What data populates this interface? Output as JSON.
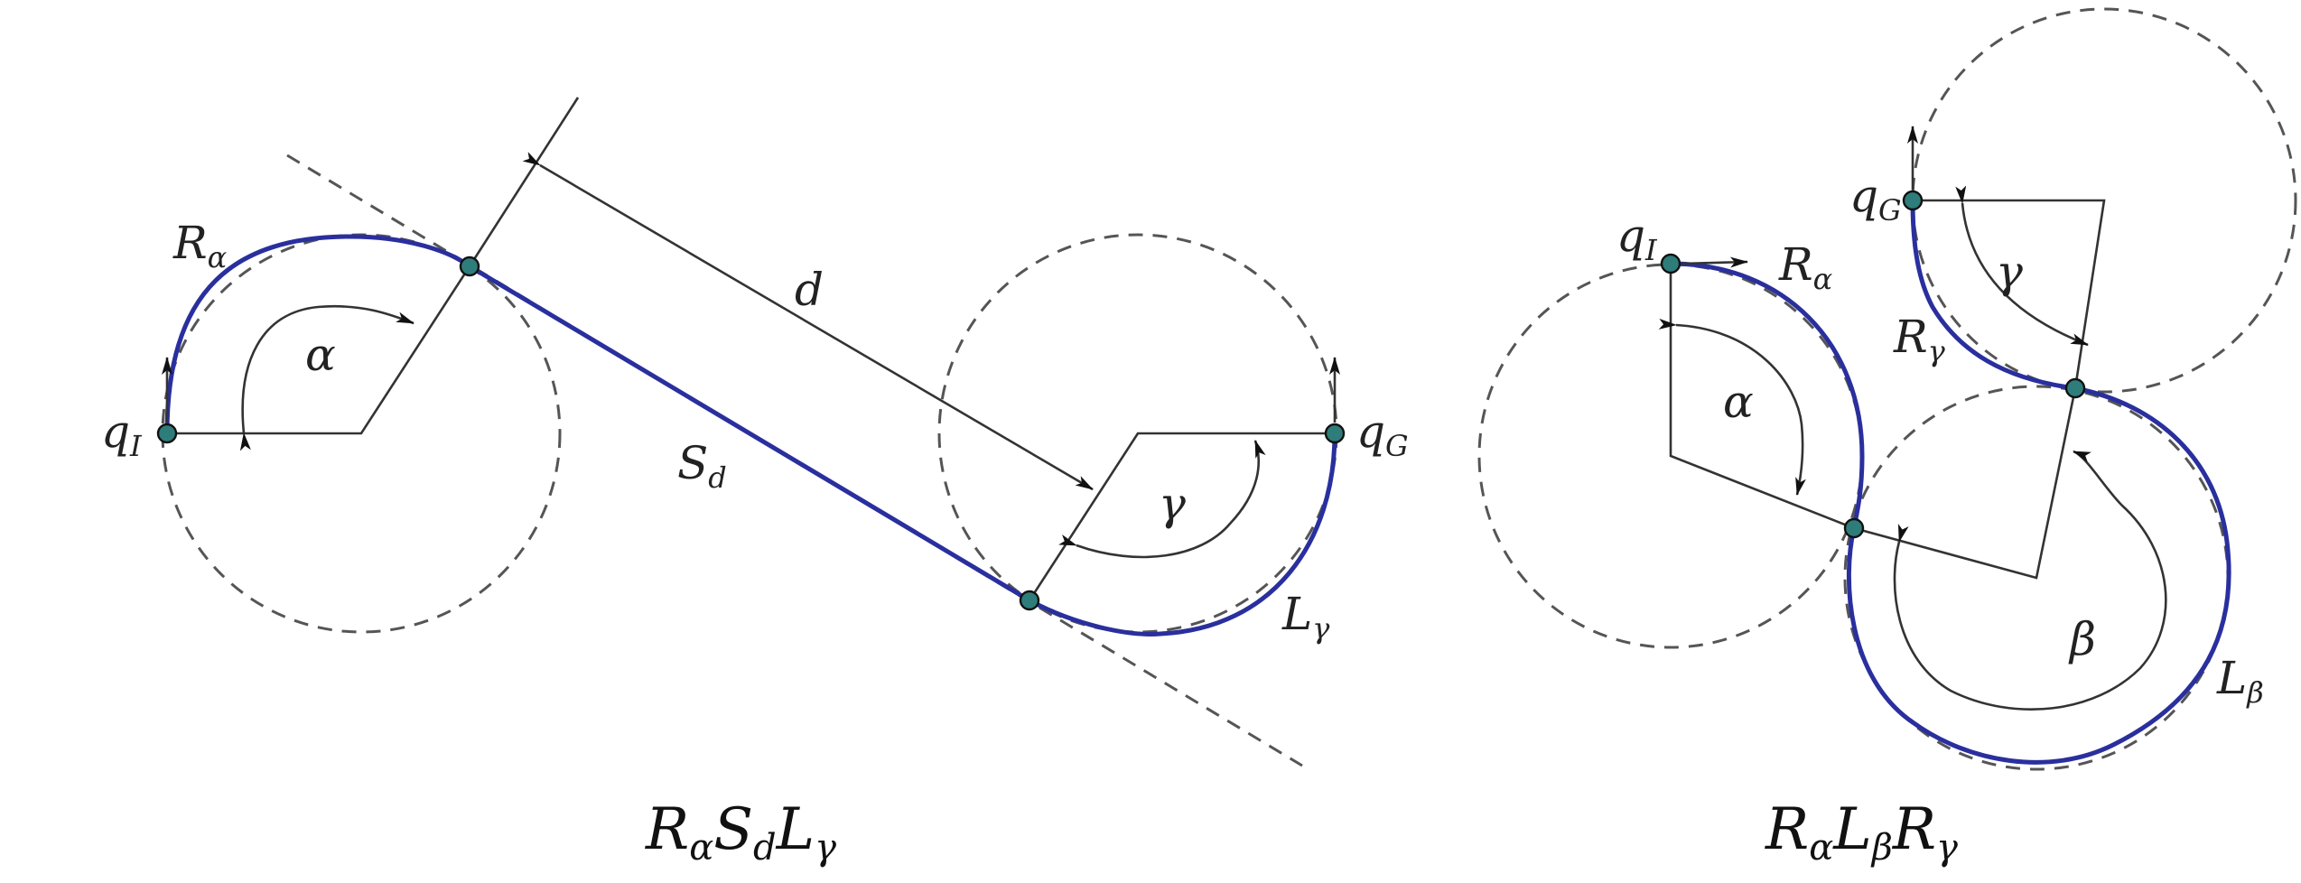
{
  "left_diagram": {
    "caption": {
      "main": [
        "R",
        "S",
        "L"
      ],
      "subs": [
        "α",
        "d",
        "γ"
      ]
    },
    "labels": {
      "R_alpha": {
        "base": "R",
        "sub": "α"
      },
      "alpha": "α",
      "q_I": {
        "base": "q",
        "sub": "I"
      },
      "d": "d",
      "S_d": {
        "base": "S",
        "sub": "d"
      },
      "gamma": "γ",
      "q_G": {
        "base": "q",
        "sub": "G"
      },
      "L_gamma": {
        "base": "L",
        "sub": "γ"
      }
    }
  },
  "right_diagram": {
    "caption": {
      "main": [
        "R",
        "L",
        "R"
      ],
      "subs": [
        "α",
        "β",
        "γ"
      ]
    },
    "labels": {
      "q_I": {
        "base": "q",
        "sub": "I"
      },
      "R_alpha": {
        "base": "R",
        "sub": "α"
      },
      "alpha": "α",
      "q_G": {
        "base": "q",
        "sub": "G"
      },
      "gamma": "γ",
      "R_gamma": {
        "base": "R",
        "sub": "γ"
      },
      "beta": "β",
      "L_beta": {
        "base": "L",
        "sub": "β"
      }
    }
  },
  "colors": {
    "path": "#2a2f9e",
    "node": "#2e7d7a",
    "construction": "#333333"
  }
}
